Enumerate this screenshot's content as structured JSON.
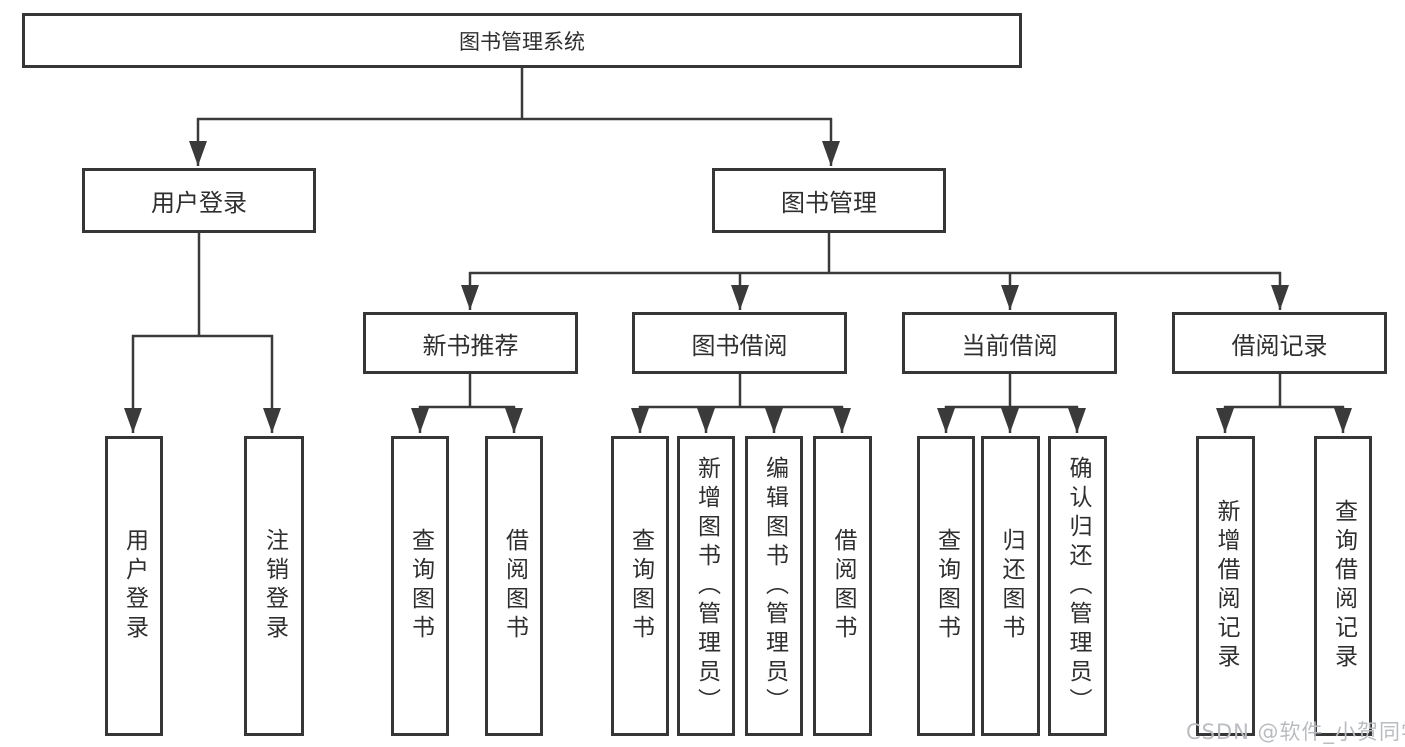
{
  "nodes": {
    "root": "图书管理系统",
    "user_login": "用户登录",
    "book_mgmt": "图书管理",
    "new_book_rec": "新书推荐",
    "book_borrow": "图书借阅",
    "current_borrow": "当前借阅",
    "borrow_records": "借阅记录",
    "leaf_user_login": "用户登录",
    "leaf_logout": "注销登录",
    "leaf_nb_query": "查询图书",
    "leaf_nb_borrow": "借阅图书",
    "leaf_bb_query": "查询图书",
    "leaf_bb_add": "新增图书（管理员）",
    "leaf_bb_edit": "编辑图书（管理员）",
    "leaf_bb_borrow": "借阅图书",
    "leaf_cb_query": "查询图书",
    "leaf_cb_return": "归还图书",
    "leaf_cb_confirm": "确认归还（管理员）",
    "leaf_br_add": "新增借阅记录",
    "leaf_br_query": "查询借阅记录"
  },
  "hierarchy": {
    "图书管理系统": [
      "用户登录",
      "图书管理"
    ],
    "用户登录": [
      "用户登录",
      "注销登录"
    ],
    "图书管理": [
      "新书推荐",
      "图书借阅",
      "当前借阅",
      "借阅记录"
    ],
    "新书推荐": [
      "查询图书",
      "借阅图书"
    ],
    "图书借阅": [
      "查询图书",
      "新增图书（管理员）",
      "编辑图书（管理员）",
      "借阅图书"
    ],
    "当前借阅": [
      "查询图书",
      "归还图书",
      "确认归还（管理员）"
    ],
    "借阅记录": [
      "新增借阅记录",
      "查询借阅记录"
    ]
  },
  "watermark": "CSDN @软件_小贺同学",
  "colors": {
    "line": "#3a3a3a",
    "box_border": "#363636",
    "text": "#2f2f2f",
    "watermark": "#b9bdc1",
    "background": "#ffffff"
  }
}
